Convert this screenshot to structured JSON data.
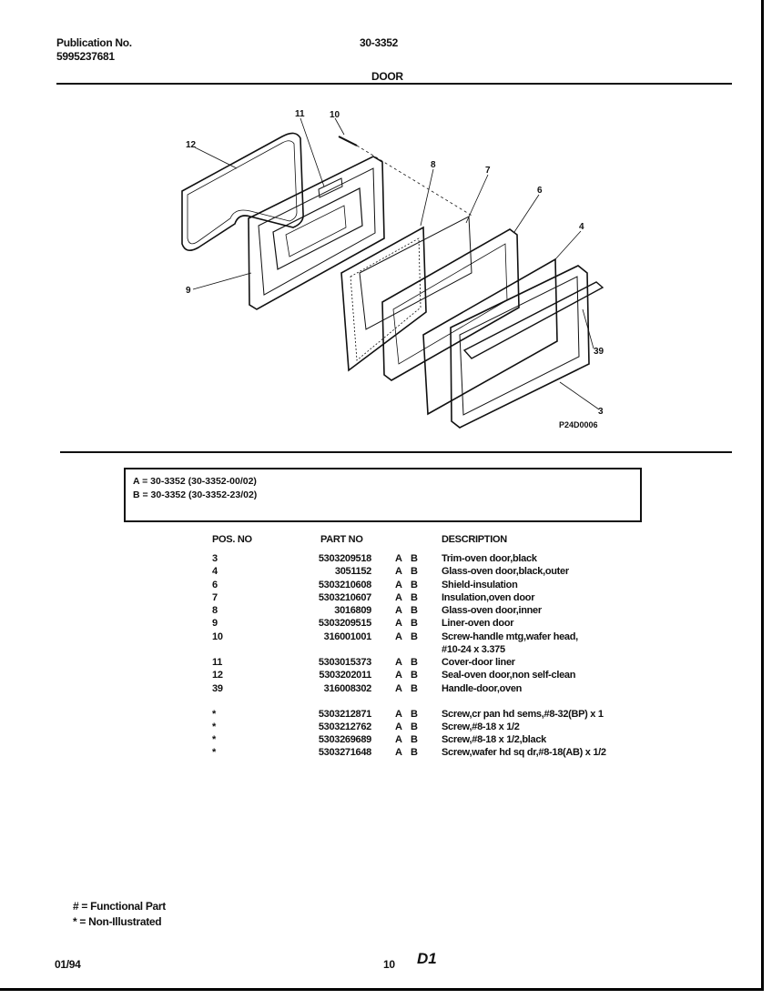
{
  "header": {
    "publication_label": "Publication No.",
    "publication_number": "5995237681",
    "model": "30-3352",
    "section_title": "DOOR"
  },
  "diagram": {
    "callouts": [
      "12",
      "11",
      "10",
      "8",
      "7",
      "6",
      "4",
      "9",
      "39",
      "3"
    ],
    "figure_code": "P24D0006"
  },
  "legend": {
    "line_a": "A  =  30-3352 (30-3352-00/02)",
    "line_b": "B  =  30-3352 (30-3352-23/02)"
  },
  "table": {
    "headers": {
      "pos": "POS. NO",
      "part": "PART NO",
      "desc": "DESCRIPTION"
    },
    "rows": [
      {
        "pos": "3",
        "part": "5303209518",
        "a": "A",
        "b": "B",
        "desc": "Trim-oven door,black"
      },
      {
        "pos": "4",
        "part": "3051152",
        "a": "A",
        "b": "B",
        "desc": "Glass-oven door,black,outer"
      },
      {
        "pos": "6",
        "part": "5303210608",
        "a": "A",
        "b": "B",
        "desc": "Shield-insulation"
      },
      {
        "pos": "7",
        "part": "5303210607",
        "a": "A",
        "b": "B",
        "desc": "Insulation,oven door"
      },
      {
        "pos": "8",
        "part": "3016809",
        "a": "A",
        "b": "B",
        "desc": "Glass-oven door,inner"
      },
      {
        "pos": "9",
        "part": "5303209515",
        "a": "A",
        "b": "B",
        "desc": "Liner-oven door"
      },
      {
        "pos": "10",
        "part": "316001001",
        "a": "A",
        "b": "B",
        "desc": "Screw-handle mtg,wafer head,"
      },
      {
        "pos": "",
        "part": "",
        "a": "",
        "b": "",
        "desc": "#10-24 x 3.375"
      },
      {
        "pos": "11",
        "part": "5303015373",
        "a": "A",
        "b": "B",
        "desc": "Cover-door liner"
      },
      {
        "pos": "12",
        "part": "5303202011",
        "a": "A",
        "b": "B",
        "desc": "Seal-oven door,non self-clean"
      },
      {
        "pos": "39",
        "part": "316008302",
        "a": "A",
        "b": "B",
        "desc": "Handle-door,oven"
      },
      {
        "pos": "*",
        "part": "5303212871",
        "a": "A",
        "b": "B",
        "desc": "Screw,cr pan hd sems,#8-32(BP) x 1"
      },
      {
        "pos": "*",
        "part": "5303212762",
        "a": "A",
        "b": "B",
        "desc": "Screw,#8-18 x 1/2"
      },
      {
        "pos": "*",
        "part": "5303269689",
        "a": "A",
        "b": "B",
        "desc": "Screw,#8-18 x 1/2,black"
      },
      {
        "pos": "*",
        "part": "5303271648",
        "a": "A",
        "b": "B",
        "desc": "Screw,wafer hd sq dr,#8-18(AB) x 1/2"
      }
    ]
  },
  "notes": {
    "functional": "# = Functional Part",
    "non_illustrated": "* = Non-Illustrated"
  },
  "footer": {
    "date": "01/94",
    "page_number": "10",
    "section_code": "D1"
  }
}
